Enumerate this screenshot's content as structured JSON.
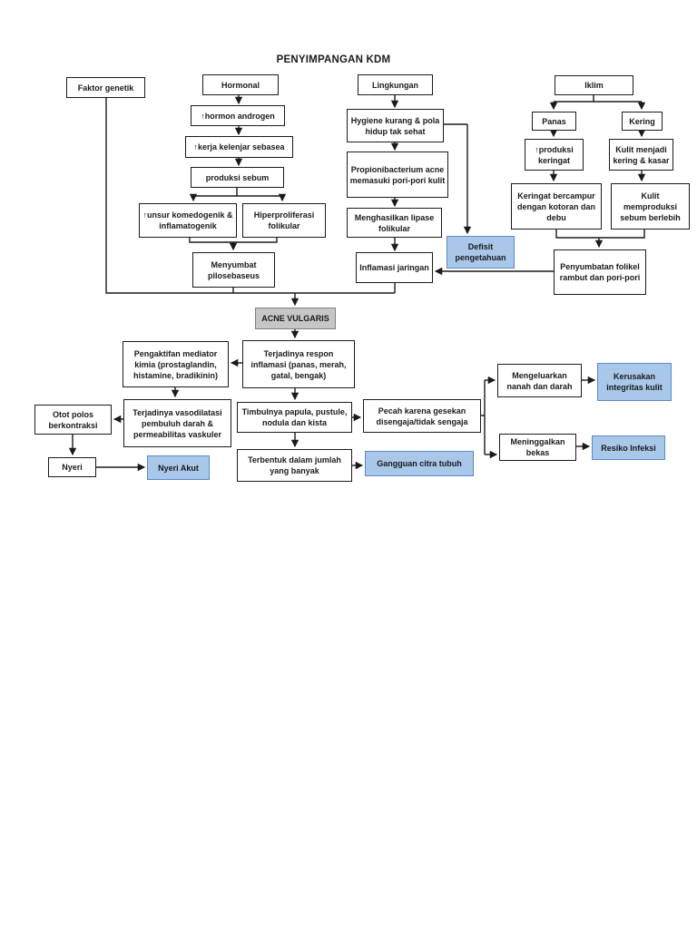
{
  "title": "PENYIMPANGAN KDM",
  "colors": {
    "blue_fill": "#a9c7e9",
    "blue_border": "#5a8ac6",
    "gray_fill": "#c6c6c6",
    "gray_border": "#7f7f7f",
    "line": "#1a1a1a"
  },
  "nodes": {
    "faktor_genetik": "Faktor genetik",
    "hormonal": "Hormonal",
    "hormon_androgen": "↑hormon androgen",
    "kerja_kelenjar": "↑kerja kelenjar sebasea",
    "produksi_sebum": "produksi sebum",
    "unsur_komedogenik": "↑unsur komedogenik & inflamatogenik",
    "hiperproliferasi": "Hiperproliferasi folikular",
    "menyumbat": "Menyumbat pilosebaseus",
    "lingkungan": "Lingkungan",
    "hygiene": "Hygiene kurang & pola hidup tak sehat",
    "propionibacterium": "Propionibacterium acne memasuki pori-pori kulit",
    "lipase": "Menghasilkan lipase folikular",
    "inflamasi_jaringan": "Inflamasi jaringan",
    "defisit": "Defisit pengetahuan",
    "iklim": "Iklim",
    "panas": "Panas",
    "kering": "Kering",
    "produksi_keringat": "↑produksi keringat",
    "kulit_kering_kasar": "Kulit menjadi kering & kasar",
    "keringat_bercampur": "Keringat bercampur dengan kotoran dan debu",
    "kulit_memproduksi": "Kulit memproduksi sebum berlebih",
    "penyumbatan": "Penyumbatan folikel rambut dan pori-pori",
    "acne": "ACNE VULGARIS",
    "pengaktifan": "Pengaktifan mediator kimia (prostaglandin, histamine, bradikinin)",
    "respon_inflamasi": "Terjadinya respon inflamasi (panas, merah, gatal, bengak)",
    "vasodilatasi": "Terjadinya vasodilatasi pembuluh darah & permeabilitas vaskuler",
    "otot_polos": "Otot polos berkontraksi",
    "nyeri": "Nyeri",
    "nyeri_akut": "Nyeri Akut",
    "timbulnya": "Timbulnya papula, pustule, nodula dan kista",
    "pecah": "Pecah karena gesekan disengaja/tidak sengaja",
    "terbentuk": "Terbentuk dalam jumlah yang banyak",
    "gangguan_citra": "Gangguan citra tubuh",
    "mengeluarkan": "Mengeluarkan nanah dan darah",
    "kerusakan": "Kerusakan integritas kulit",
    "meninggalkan": "Meninggalkan bekas",
    "resiko": "Resiko Infeksi"
  }
}
